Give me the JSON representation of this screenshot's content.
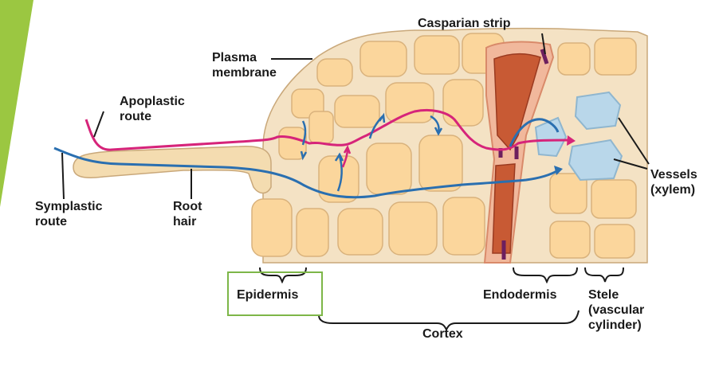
{
  "labels": {
    "casparian_strip": "Casparian strip",
    "plasma_membrane": "Plasma\nmembrane",
    "apoplastic_route": "Apoplastic\nroute",
    "symplastic_route": "Symplastic\nroute",
    "root_hair": "Root\nhair",
    "vessels": "Vessels\n(xylem)",
    "epidermis": "Epidermis",
    "endodermis": "Endodermis",
    "stele": "Stele\n(vascular\ncylinder)",
    "cortex": "Cortex"
  },
  "colors": {
    "accent_slide_bar": "#9bc741",
    "cell_wall": "#f4e2c4",
    "cell_fill": "#fbd69c",
    "cell_outline": "#c9a87a",
    "endodermis": "#b84a2a",
    "casparian_strip": "#6d1f5e",
    "xylem_vessel": "#b9d7ea",
    "apoplastic_line": "#d6247a",
    "symplastic_line": "#2a6fb0",
    "highlight_box": "#7db648"
  }
}
